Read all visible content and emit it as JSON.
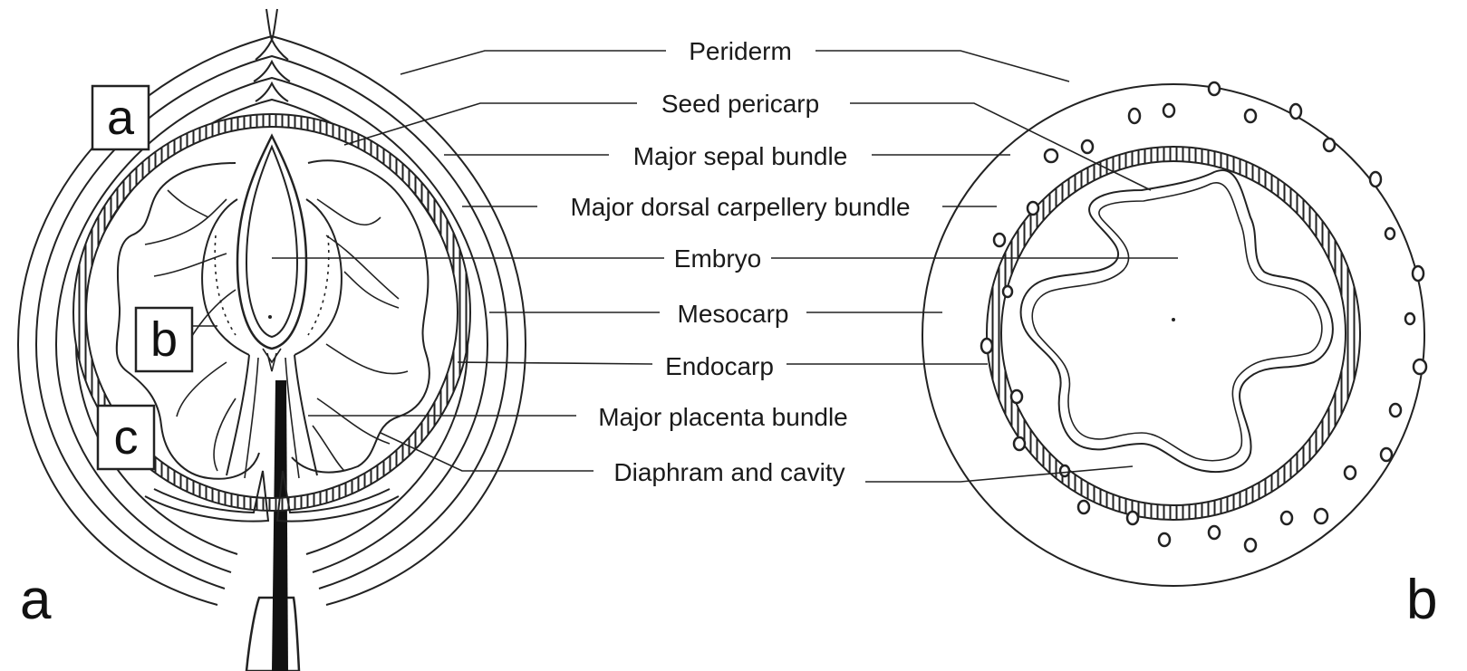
{
  "figure": {
    "labels": {
      "periderm": "Periderm",
      "seed_pericarp": "Seed pericarp",
      "major_sepal_bundle": "Major sepal bundle",
      "major_dorsal_carpellery_bundle": "Major dorsal carpellery bundle",
      "embryo": "Embryo",
      "mesocarp": "Mesocarp",
      "endocarp": "Endocarp",
      "major_placenta_bundle": "Major placenta bundle",
      "diaphram_and_cavity": "Diaphram and cavity"
    },
    "region_markers": [
      "a",
      "b",
      "c"
    ],
    "panel_a_label": "a",
    "panel_b_label": "b"
  }
}
